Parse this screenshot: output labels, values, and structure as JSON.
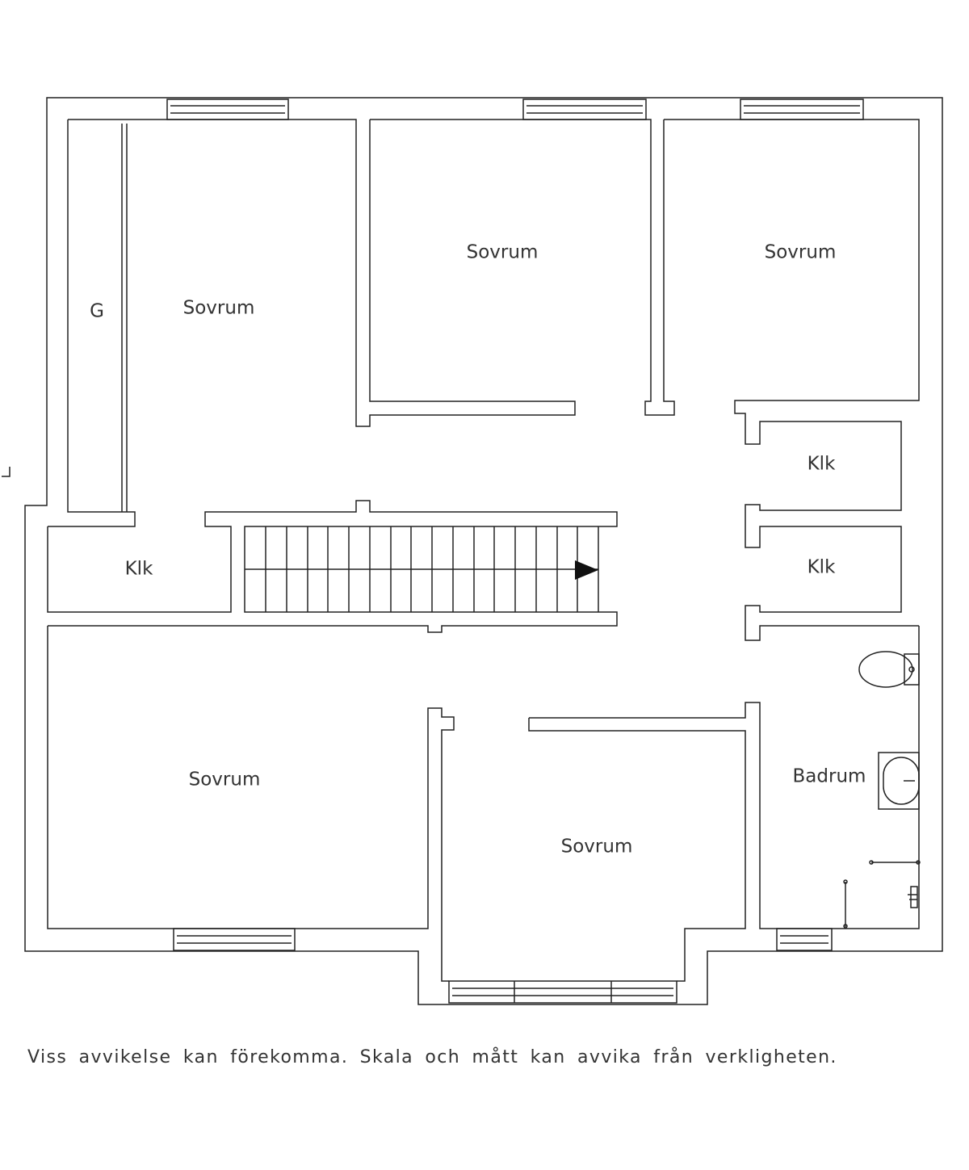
{
  "rooms": [
    {
      "id": "g",
      "label": "G"
    },
    {
      "id": "sovrum-nw",
      "label": "Sovrum"
    },
    {
      "id": "sovrum-n",
      "label": "Sovrum"
    },
    {
      "id": "sovrum-ne",
      "label": "Sovrum"
    },
    {
      "id": "klk-ne1",
      "label": "Klk"
    },
    {
      "id": "klk-w",
      "label": "Klk"
    },
    {
      "id": "klk-ne2",
      "label": "Klk"
    },
    {
      "id": "sovrum-sw",
      "label": "Sovrum"
    },
    {
      "id": "badrum",
      "label": "Badrum"
    },
    {
      "id": "sovrum-s",
      "label": "Sovrum"
    }
  ],
  "disclaimer": "Viss avvikelse kan förekomma. Skala och mått kan avvika från verkligheten."
}
